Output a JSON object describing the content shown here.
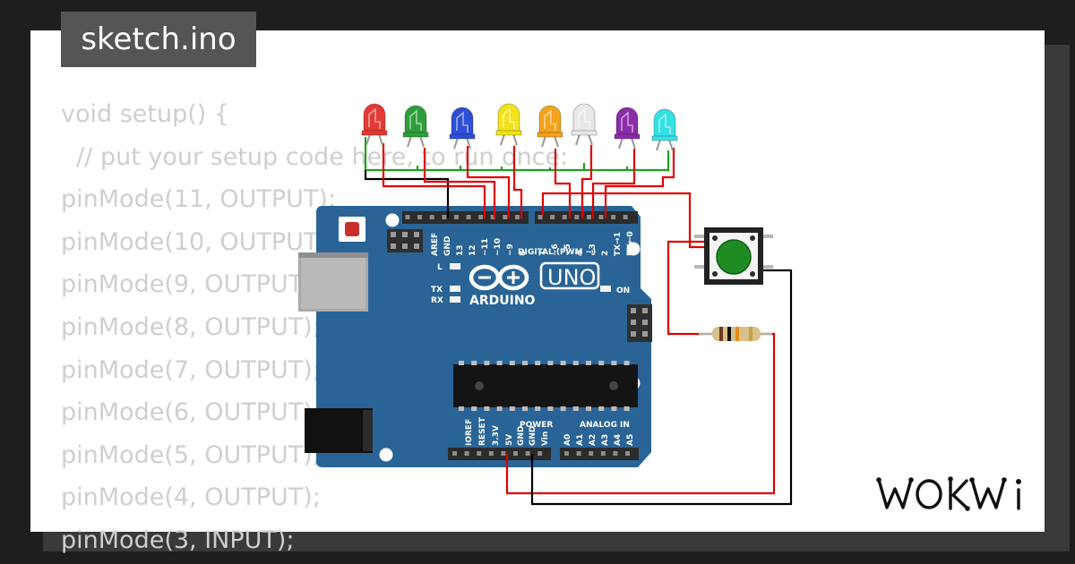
{
  "editor": {
    "filename": "sketch.ino",
    "code_lines": [
      "void setup() {",
      "  // put your setup code here, to run once:",
      "pinMode(11, OUTPUT);",
      "pinMode(10, OUTPUT);",
      "pinMode(9, OUTPUT);",
      "pinMode(8, OUTPUT);",
      "pinMode(7, OUTPUT);",
      "pinMode(6, OUTPUT);",
      "pinMode(5, OUTPUT);",
      "pinMode(4, OUTPUT);",
      "pinMode(3, INPUT);"
    ]
  },
  "board": {
    "name": "UNO",
    "brand": "ARDUINO",
    "digital_header": "DIGITAL (PWM ~)",
    "power_header": "POWER",
    "analog_header": "ANALOG IN",
    "indicator_l": "L",
    "indicator_tx": "TX",
    "indicator_rx": "RX",
    "indicator_on": "ON",
    "top_pins": [
      "AREF",
      "GND",
      "13",
      "12",
      "~11",
      "~10",
      "~9",
      "8",
      "7",
      "~6",
      "~5",
      "4",
      "~3",
      "2",
      "TX→1",
      "RX←0"
    ],
    "bottom_pins": [
      "IOREF",
      "RESET",
      "3.3V",
      "5V",
      "GND",
      "GND",
      "Vin",
      "A0",
      "A1",
      "A2",
      "A3",
      "A4",
      "A5"
    ],
    "board_color": "#2a6497"
  },
  "leds": [
    {
      "name": "red-led",
      "color": "#e53935"
    },
    {
      "name": "green-led",
      "color": "#2e9e3a"
    },
    {
      "name": "blue-led",
      "color": "#2f4fd6"
    },
    {
      "name": "yellow-led",
      "color": "#f2e21b"
    },
    {
      "name": "orange-led",
      "color": "#f3a21c"
    },
    {
      "name": "white-led",
      "color": "#e8e8e8"
    },
    {
      "name": "purple-led",
      "color": "#8a2da8"
    },
    {
      "name": "cyan-led",
      "color": "#35e0e4"
    }
  ],
  "pushbutton": {
    "cap_color": "#1e8c23"
  },
  "wire_colors": {
    "red": "#e00000",
    "green": "#1ea01e",
    "black": "#000000"
  },
  "brand": {
    "logo_text": "WOKWi"
  }
}
